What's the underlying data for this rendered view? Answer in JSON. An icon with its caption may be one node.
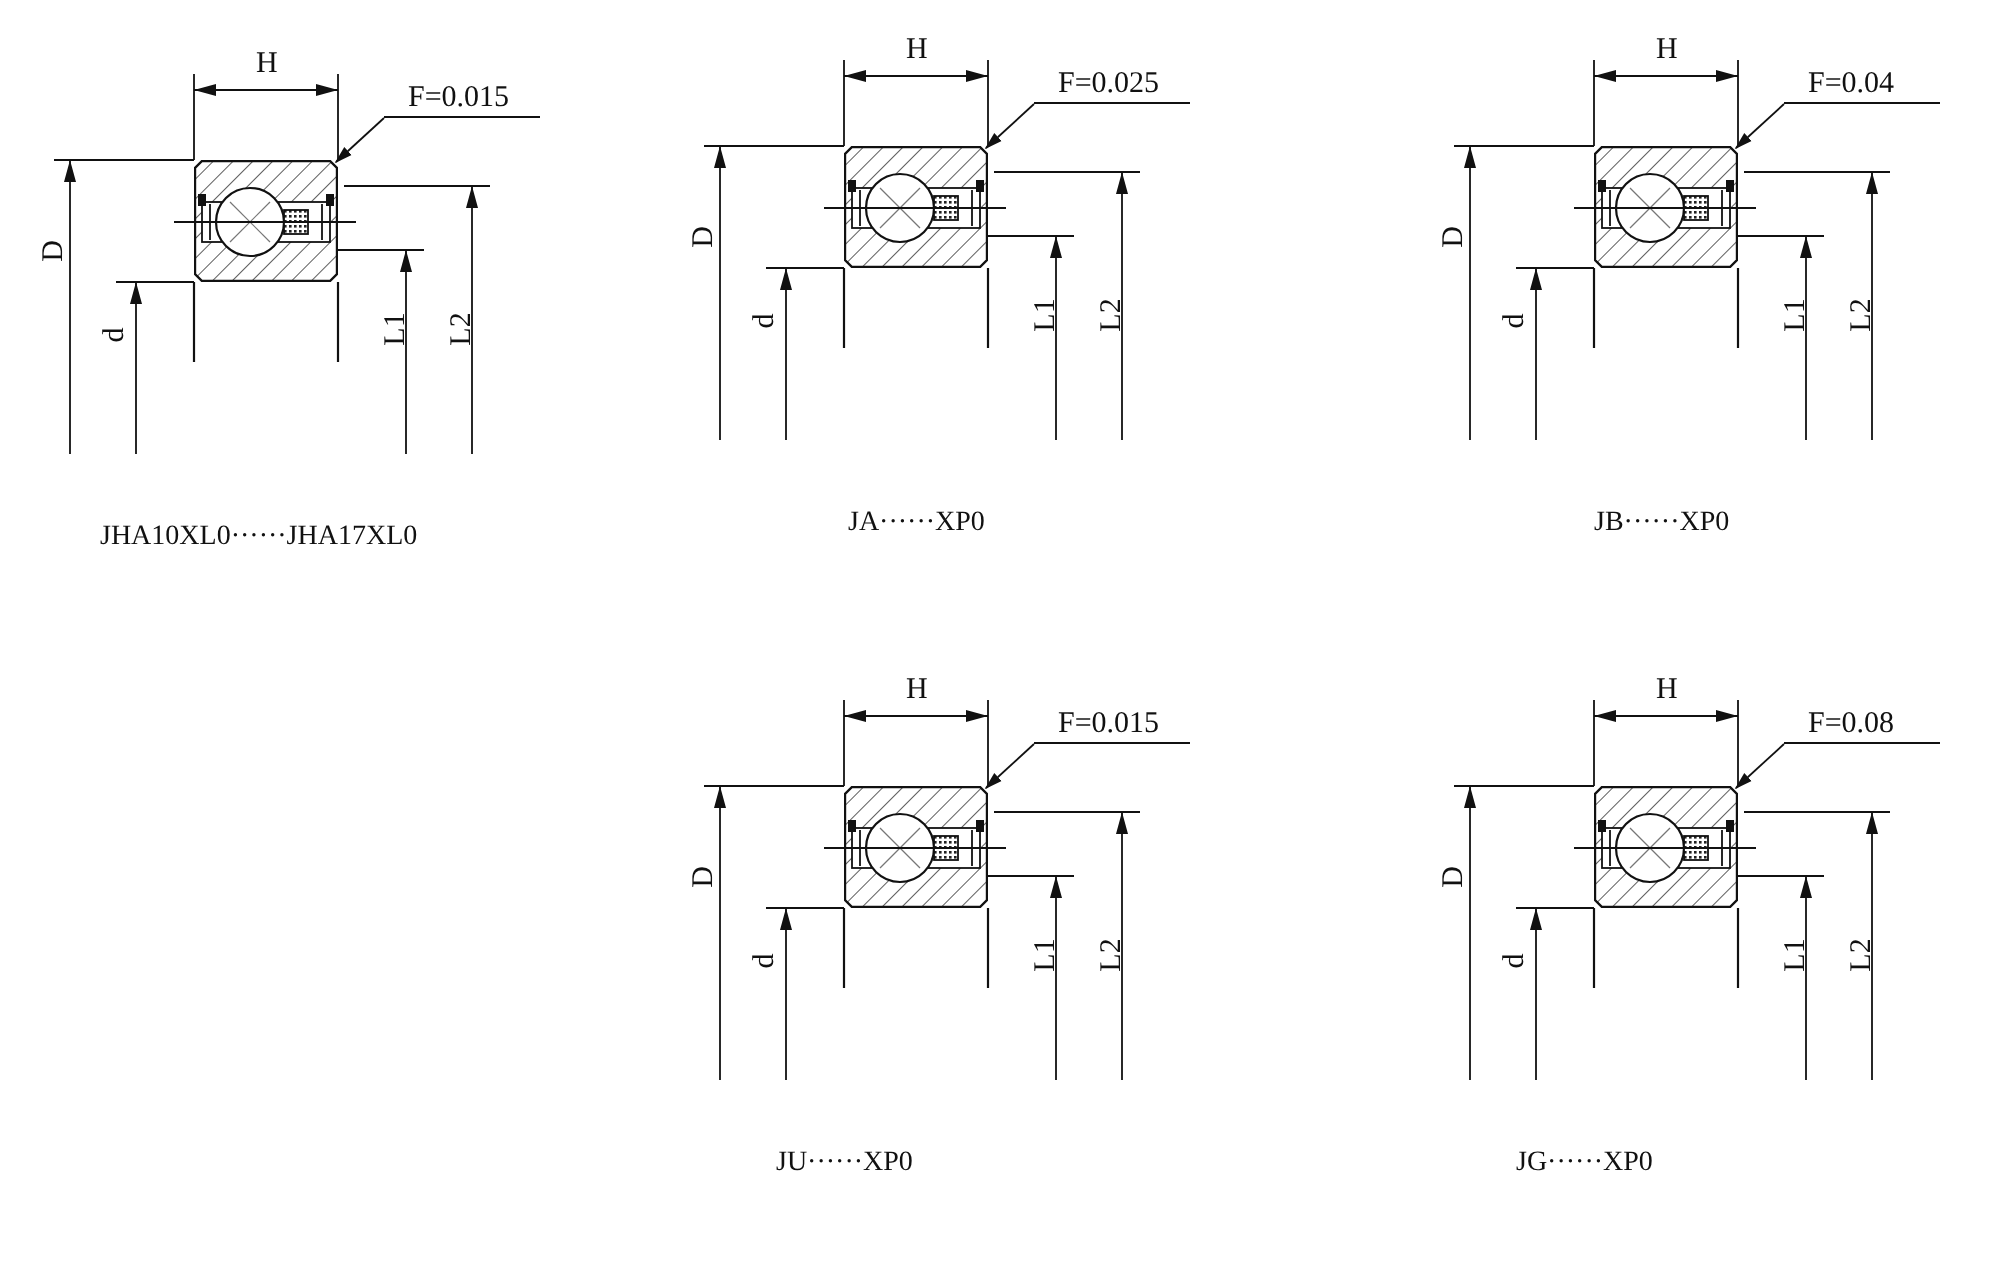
{
  "diagram": {
    "nodes": [
      {
        "text": [],
        "shape": "picture"
      },
      {
        "text": [
          "F=0.015"
        ]
      },
      {
        "text": [],
        "shape": "picture"
      },
      {
        "text": [
          "F=0.025"
        ]
      },
      {
        "text": [],
        "shape": "picture"
      },
      {
        "text": [
          "F=0.04"
        ]
      },
      {
        "text": [],
        "shape": "picture"
      },
      {
        "text": [
          "F=0.015"
        ]
      },
      {
        "text": [],
        "shape": "picture"
      },
      {
        "text": [
          "F=0.08"
        ]
      }
    ],
    "edges": [
      {
        "from": 1,
        "to": 0,
        "arrow": "to"
      },
      {
        "from": 3,
        "to": 2,
        "arrow": "to"
      },
      {
        "from": 5,
        "to": 4,
        "arrow": "to"
      },
      {
        "from": 7,
        "to": 6,
        "arrow": "to"
      },
      {
        "from": 9,
        "to": 8,
        "arrow": "to"
      }
    ],
    "labels": [
      "H",
      "D",
      "d",
      "L1",
      "L2",
      "JHA10XL0······JHA17XL0",
      "H",
      "D",
      "d",
      "L1",
      "L2",
      "JA······XP0",
      "H",
      "D",
      "d",
      "L1",
      "L2",
      "JB······XP0",
      "H",
      "D",
      "d",
      "L1",
      "L2",
      "JU······XP0",
      "H",
      "D",
      "d",
      "L1",
      "L2",
      "JG······XP0"
    ]
  }
}
